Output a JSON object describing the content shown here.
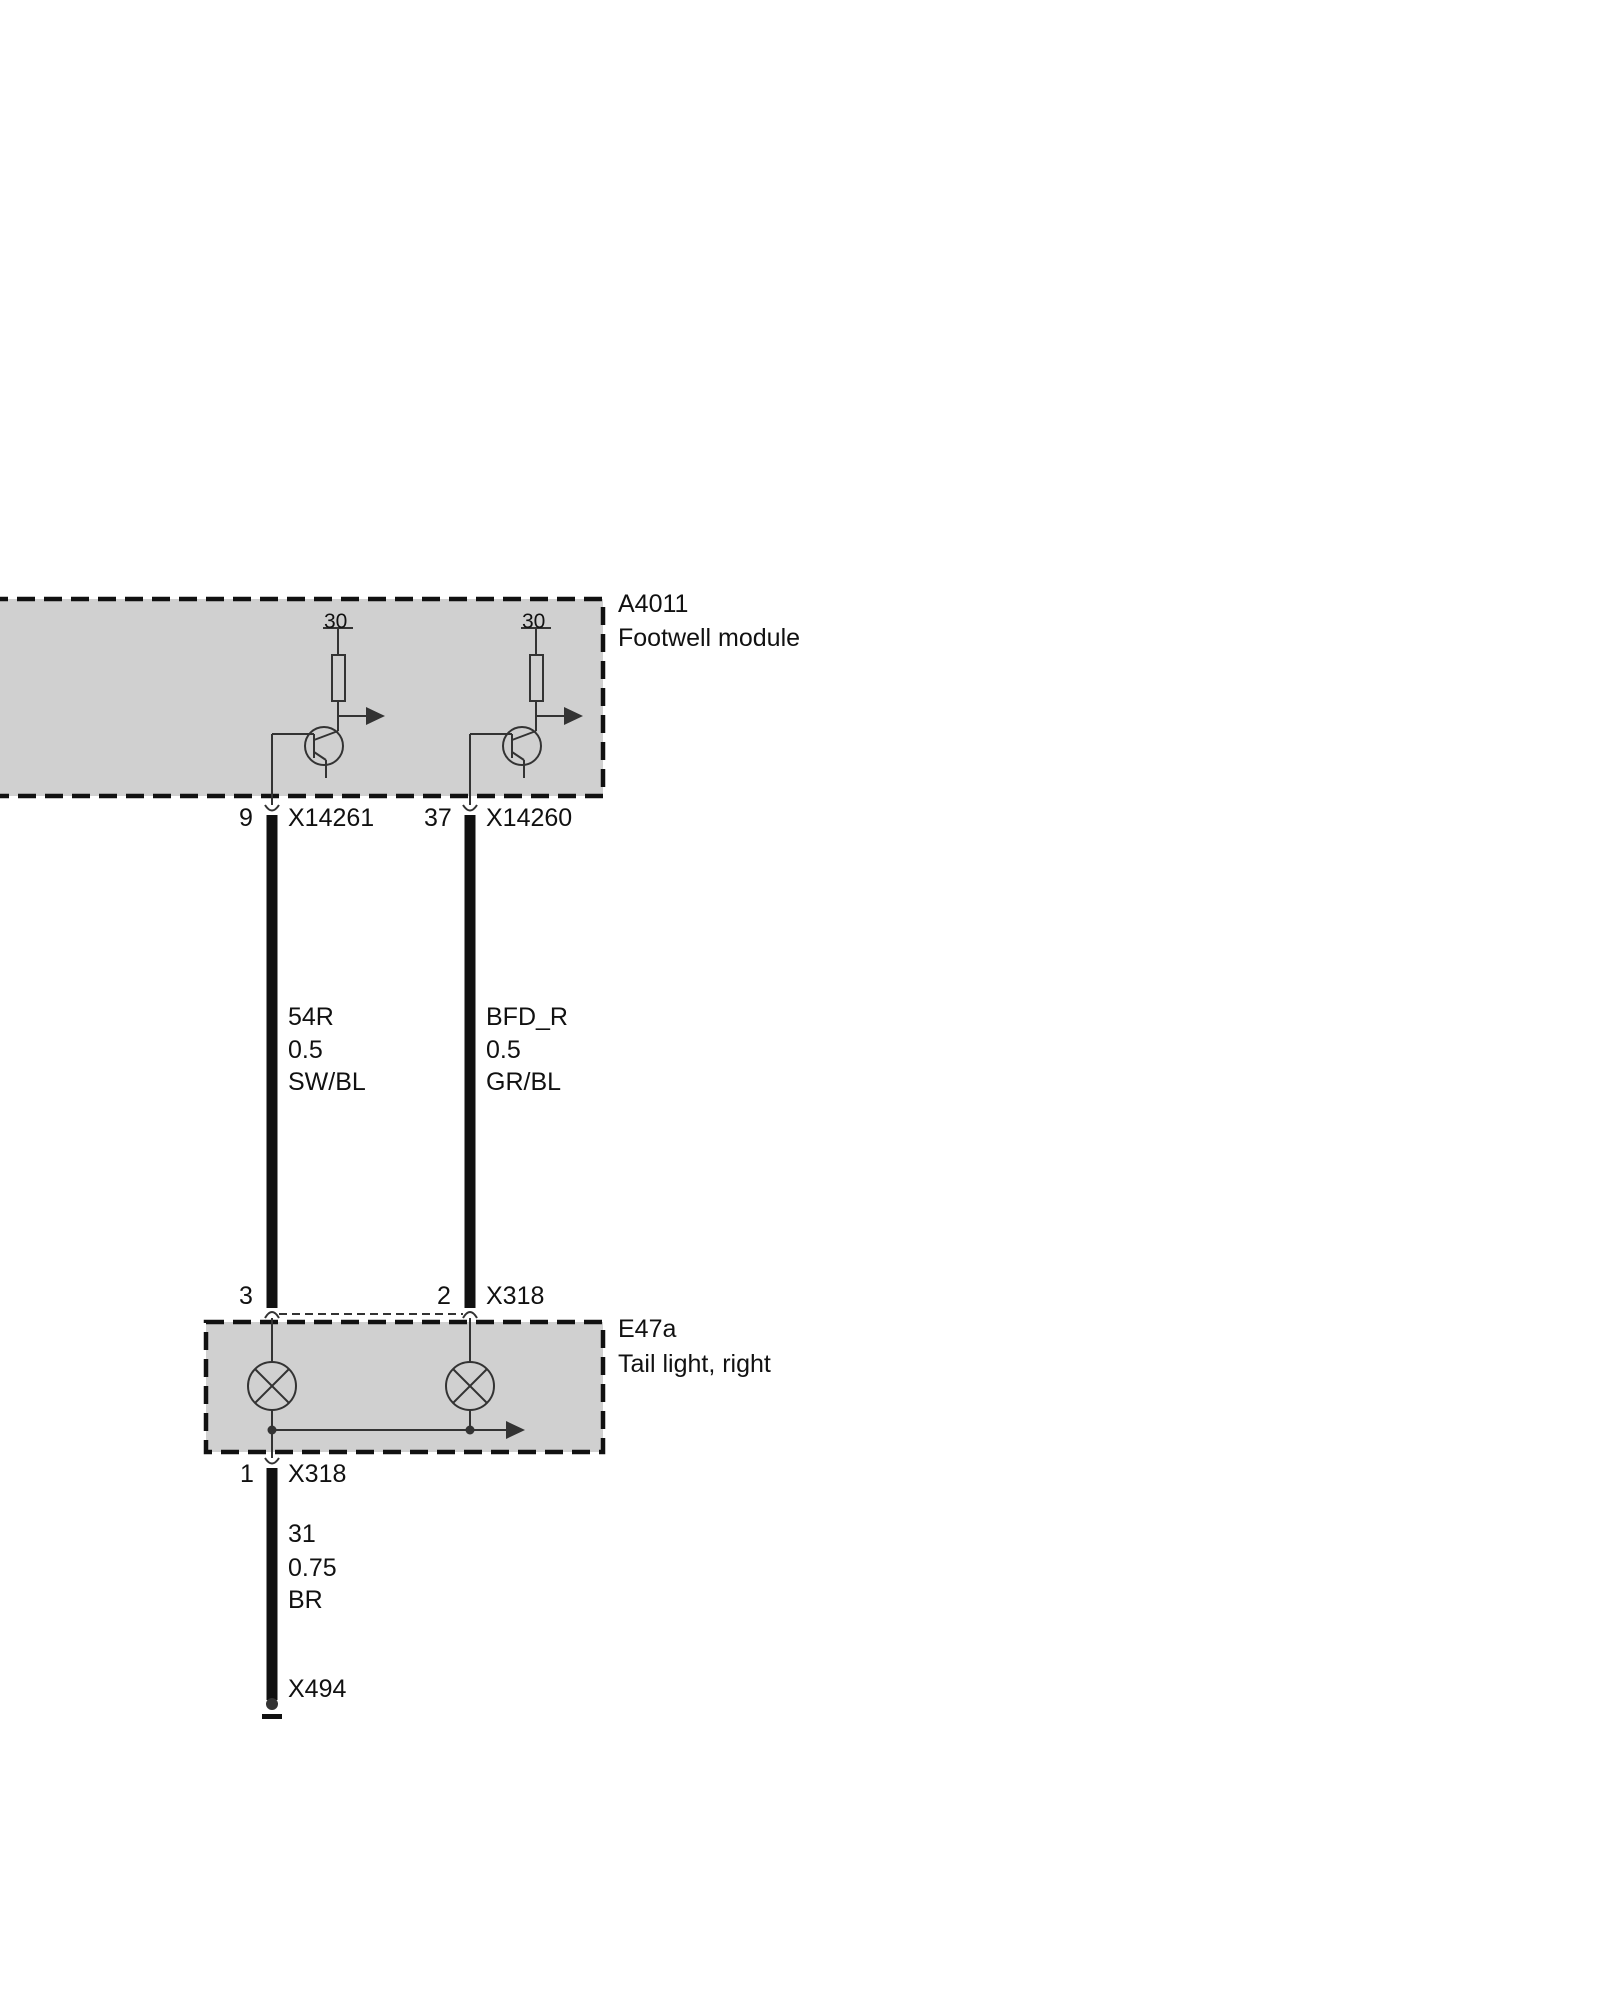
{
  "modules": {
    "footwell": {
      "id": "A4011",
      "name": "Footwell module",
      "supply_left": "30",
      "supply_right": "30"
    },
    "tail_light": {
      "id": "E47a",
      "name": "Tail light, right"
    }
  },
  "connectors": {
    "fw_left": {
      "pin": "9",
      "name": "X14261"
    },
    "fw_right": {
      "pin": "37",
      "name": "X14260"
    },
    "tl_left_top": {
      "pin": "3"
    },
    "tl_right_top": {
      "pin": "2",
      "name": "X318"
    },
    "tl_bottom": {
      "pin": "1",
      "name": "X318"
    },
    "ground": {
      "name": "X494"
    }
  },
  "wires": {
    "left": {
      "signal": "54R",
      "gauge": "0.5",
      "color": "SW/BL"
    },
    "right": {
      "signal": "BFD_R",
      "gauge": "0.5",
      "color": "GR/BL"
    },
    "ground": {
      "signal": "31",
      "gauge": "0.75",
      "color": "BR"
    }
  }
}
